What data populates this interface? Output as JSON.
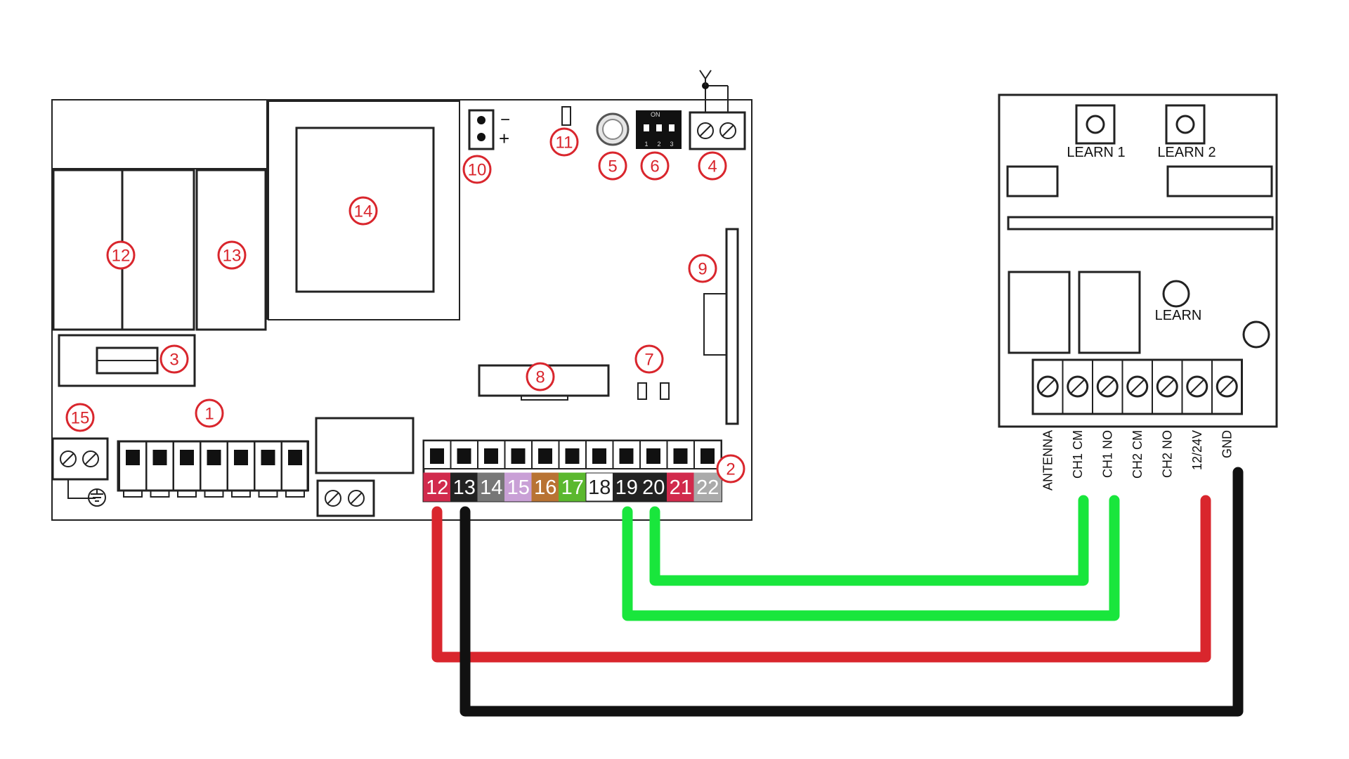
{
  "callouts": [
    "1",
    "2",
    "3",
    "4",
    "5",
    "6",
    "7",
    "8",
    "9",
    "10",
    "11",
    "12",
    "13",
    "14",
    "15"
  ],
  "jumper": {
    "minus": "−",
    "plus": "+"
  },
  "dip_switch": {
    "on_label": "ON",
    "positions": [
      "1",
      "2",
      "3"
    ]
  },
  "terminals": [
    {
      "num": "12",
      "color": "#d12a4c",
      "text_color": "#ffffff"
    },
    {
      "num": "13",
      "color": "#222222",
      "text_color": "#ffffff"
    },
    {
      "num": "14",
      "color": "#777777",
      "text_color": "#ffffff"
    },
    {
      "num": "15",
      "color": "#c9a0d6",
      "text_color": "#ffffff"
    },
    {
      "num": "16",
      "color": "#b87333",
      "text_color": "#ffffff"
    },
    {
      "num": "17",
      "color": "#5bb82e",
      "text_color": "#ffffff"
    },
    {
      "num": "18",
      "color": "#ffffff",
      "text_color": "#222222"
    },
    {
      "num": "19",
      "color": "#222222",
      "text_color": "#ffffff"
    },
    {
      "num": "20",
      "color": "#222222",
      "text_color": "#ffffff"
    },
    {
      "num": "21",
      "color": "#d12a4c",
      "text_color": "#ffffff"
    },
    {
      "num": "22",
      "color": "#aaaaaa",
      "text_color": "#ffffff"
    }
  ],
  "receiver": {
    "learn1": "LEARN 1",
    "learn2": "LEARN 2",
    "learn": "LEARN",
    "pins": [
      "ANTENNA",
      "CH1 CM",
      "CH1 NO",
      "CH2 CM",
      "CH2 NO",
      "12/24V",
      "GND"
    ]
  },
  "colors": {
    "callout": "#d9262d",
    "wire_red": "#d9262d",
    "wire_black": "#111111",
    "wire_green": "#19e63c"
  }
}
